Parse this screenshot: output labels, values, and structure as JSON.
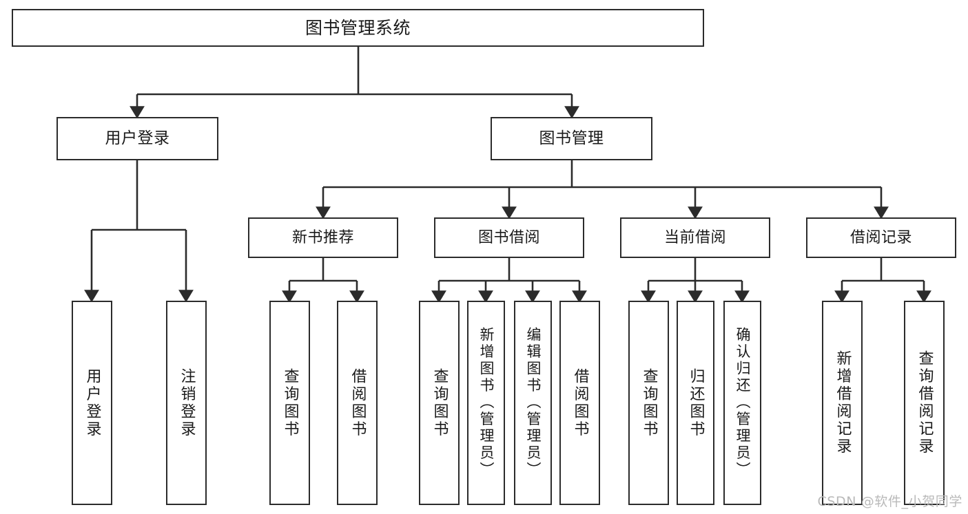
{
  "diagram": {
    "type": "tree-hierarchy-diagram",
    "title": "图书管理系统",
    "stroke_color": "#2b2b2b",
    "background_color": "#ffffff",
    "nodes": {
      "root": {
        "label": "图书管理系统"
      },
      "level1": [
        {
          "id": "user-login",
          "label": "用户登录"
        },
        {
          "id": "book-manage",
          "label": "图书管理"
        }
      ],
      "level2": [
        {
          "id": "new-book-recommend",
          "label": "新书推荐"
        },
        {
          "id": "book-borrow",
          "label": "图书借阅"
        },
        {
          "id": "current-borrow",
          "label": "当前借阅"
        },
        {
          "id": "borrow-record",
          "label": "借阅记录"
        }
      ],
      "leaves": [
        {
          "id": "leaf-user-login",
          "label": "用户登录",
          "parent": "user-login"
        },
        {
          "id": "leaf-logout-login",
          "label": "注销登录",
          "parent": "user-login"
        },
        {
          "id": "leaf-query-book-1",
          "label": "查询图书",
          "parent": "new-book-recommend"
        },
        {
          "id": "leaf-borrow-book-1",
          "label": "借阅图书",
          "parent": "new-book-recommend"
        },
        {
          "id": "leaf-query-book-2",
          "label": "查询图书",
          "parent": "book-borrow"
        },
        {
          "id": "leaf-add-book",
          "label": "新增图书（管理员）",
          "parent": "book-borrow"
        },
        {
          "id": "leaf-edit-book",
          "label": "编辑图书（管理员）",
          "parent": "book-borrow"
        },
        {
          "id": "leaf-borrow-book-2",
          "label": "借阅图书",
          "parent": "book-borrow"
        },
        {
          "id": "leaf-query-book-3",
          "label": "查询图书",
          "parent": "current-borrow"
        },
        {
          "id": "leaf-return-book",
          "label": "归还图书",
          "parent": "current-borrow"
        },
        {
          "id": "leaf-confirm-return",
          "label": "确认归还（管理员）",
          "parent": "current-borrow"
        },
        {
          "id": "leaf-add-record",
          "label": "新增借阅记录",
          "parent": "borrow-record"
        },
        {
          "id": "leaf-query-record",
          "label": "查询借阅记录",
          "parent": "borrow-record"
        }
      ]
    }
  },
  "watermark": {
    "text": "CSDN @软件_小贺同学"
  }
}
